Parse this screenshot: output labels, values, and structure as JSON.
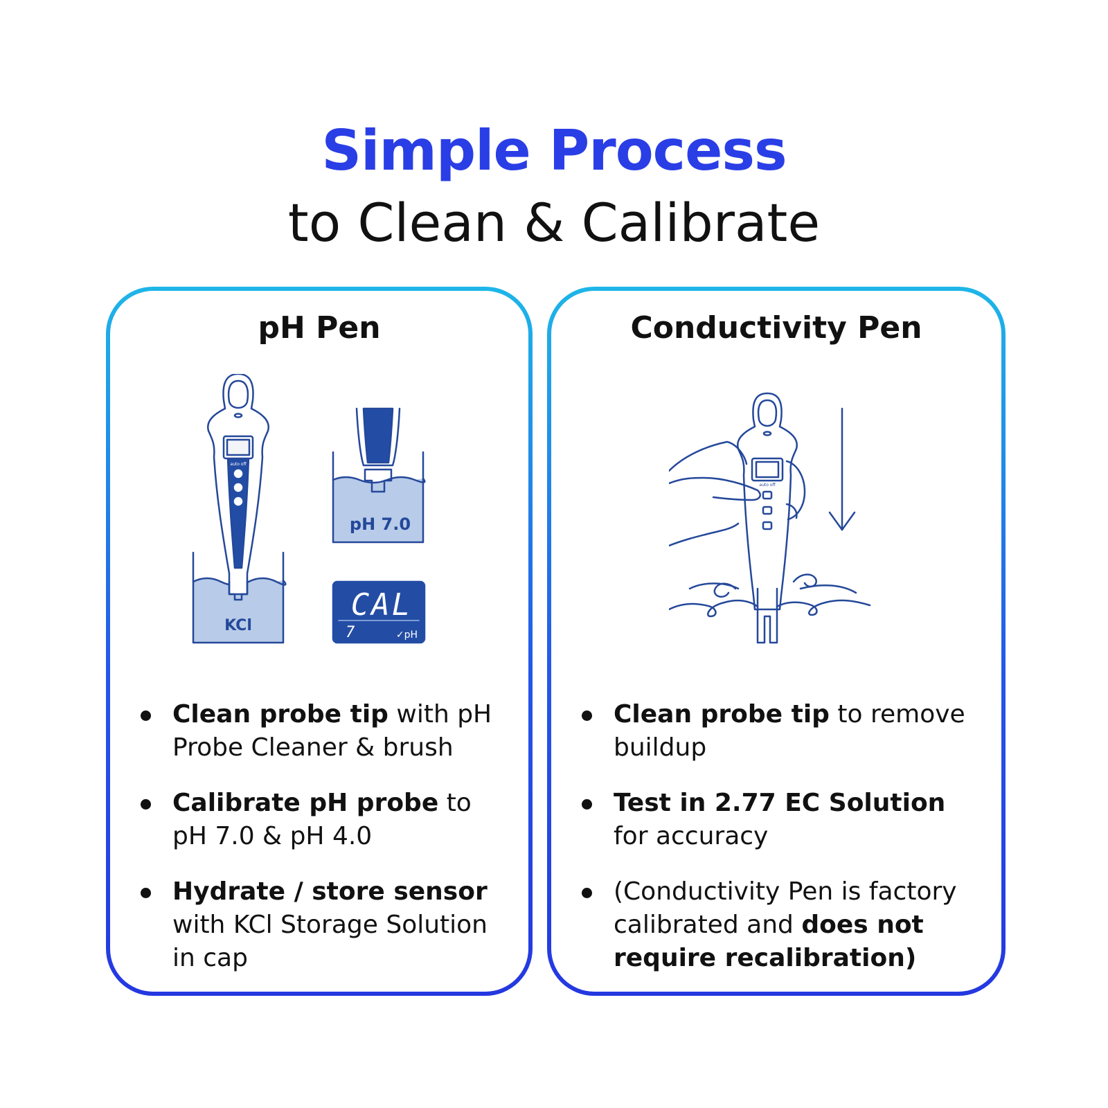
{
  "header": {
    "title": "Simple Process",
    "subtitle": "to Clean & Calibrate"
  },
  "colors": {
    "accent_blue": "#2a3ee6",
    "card_border_top": "#1eb6e8",
    "card_border_bottom": "#2438e0",
    "illustration_stroke": "#24489a",
    "solution_fill": "#b8cbe8",
    "display_fill": "#234da5"
  },
  "ph_card": {
    "title": "pH Pen",
    "labels": {
      "kcl": "KCl",
      "buffer": "pH 7.0",
      "display_main": "CAL",
      "display_small": "7",
      "display_unit": "✓pH",
      "auto_off": "auto off"
    },
    "bullets": [
      {
        "bold": "Clean probe tip",
        "rest": " with pH Probe Cleaner & brush"
      },
      {
        "bold": "Calibrate pH probe",
        "rest": " to pH 7.0 & pH 4.0"
      },
      {
        "bold": "Hydrate / store sensor",
        "rest": " with KCl Storage Solution in cap"
      }
    ]
  },
  "ec_card": {
    "title": "Conductivity Pen",
    "labels": {
      "auto_off": "auto off"
    },
    "bullets": [
      {
        "pre": "",
        "bold": "Clean probe tip",
        "rest": " to remove buildup"
      },
      {
        "pre": "",
        "bold": "Test in 2.77 EC Solution",
        "rest": " for accuracy"
      },
      {
        "pre": "(Conductivity Pen is factory calibrated and ",
        "bold": "does not require recalibration)",
        "rest": ""
      }
    ]
  },
  "icons": [
    "ph-pen-icon",
    "beaker-icon",
    "lcd-display-icon",
    "conductivity-pen-icon",
    "hand-icon",
    "down-arrow-icon",
    "water-splash-icon"
  ]
}
